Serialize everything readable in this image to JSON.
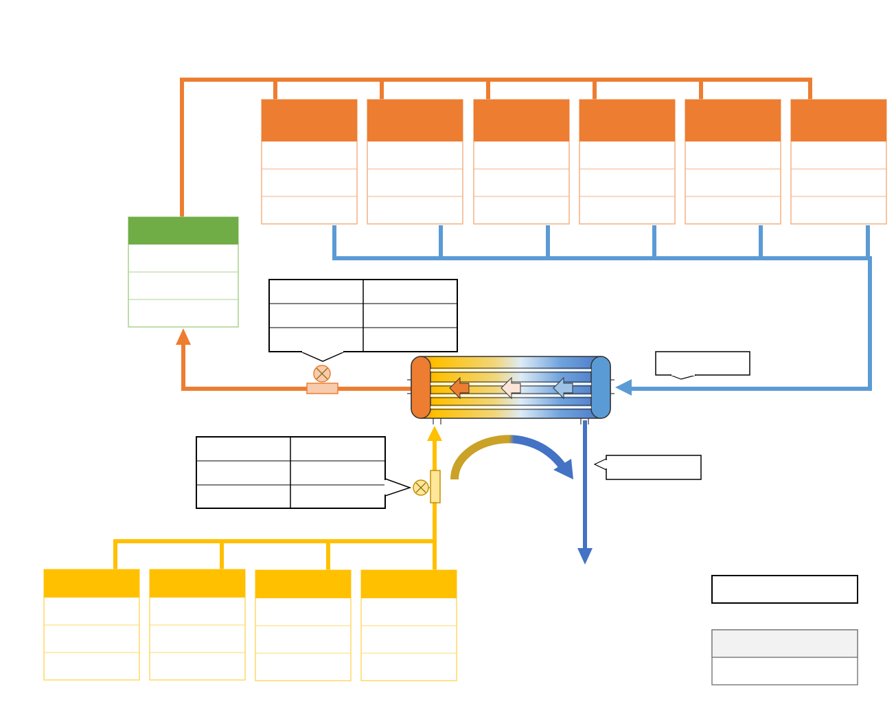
{
  "colors": {
    "hot_pipe": "#ED7D31",
    "cold_pipe": "#5B9BD5",
    "heat_source_pipe": "#FFC000",
    "return_pipe": "#4472C4",
    "header_green": "#70AD47",
    "legend_fill": "#F2F2F2",
    "exchanger_arrow_gold": "#C9A227"
  },
  "icons": {
    "control_valve": "valve-icon",
    "heat_exchanger": "shell-and-tube-heat-exchanger-icon",
    "flow_arrow": "arrow-icon"
  },
  "components": {
    "consumer_units": 6,
    "storage_tank": 1,
    "source_units": 4,
    "heat_exchanger": 1,
    "control_valves": 2
  }
}
